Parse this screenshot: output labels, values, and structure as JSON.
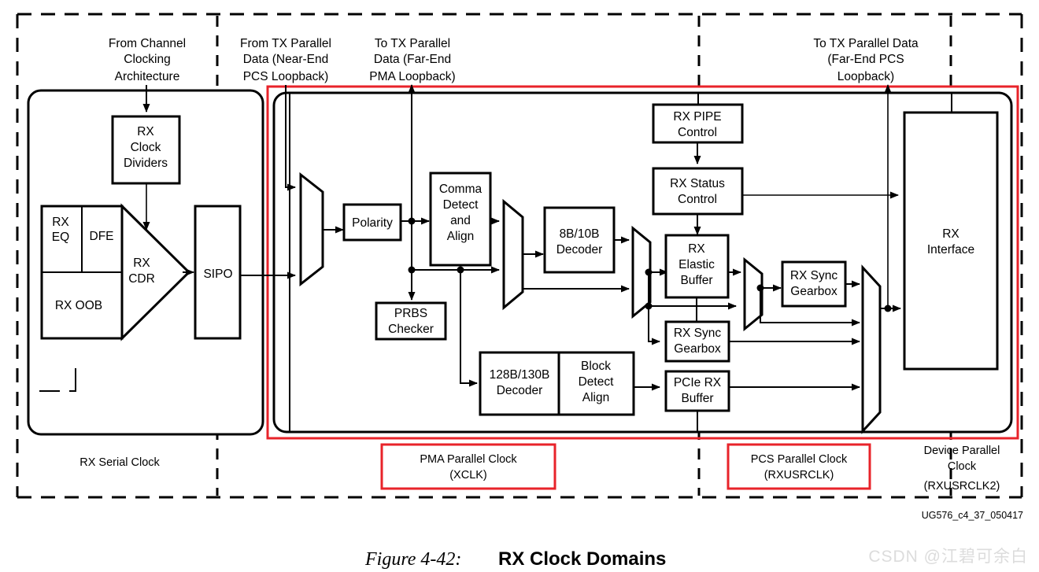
{
  "figure": {
    "number": "Figure 4-42:",
    "title": "RX Clock Domains",
    "doc_code": "UG576_c4_37_050417",
    "watermark": "CSDN @江碧可余白"
  },
  "colors": {
    "red_highlight": "#e8232a",
    "line": "#000000",
    "background": "#ffffff",
    "watermark": "#dcdcdc"
  },
  "top_annotations": [
    {
      "id": "from-channel-clocking",
      "lines": [
        "From Channel",
        "Clocking",
        "Architecture"
      ]
    },
    {
      "id": "from-tx-parallel-near-end",
      "lines": [
        "From TX Parallel",
        "Data (Near-End",
        "PCS Loopback)"
      ]
    },
    {
      "id": "to-tx-parallel-far-end-pma",
      "lines": [
        "To TX Parallel",
        "Data (Far-End",
        "PMA Loopback)"
      ]
    },
    {
      "id": "to-tx-parallel-far-end-pcs",
      "lines": [
        "To TX Parallel Data",
        "(Far-End PCS",
        "Loopback)"
      ]
    }
  ],
  "blocks": {
    "rx_clock_dividers": {
      "lines": [
        "RX",
        "Clock",
        "Dividers"
      ]
    },
    "rx_eq": {
      "lines": [
        "RX",
        "EQ"
      ]
    },
    "dfe": {
      "lines": [
        "DFE"
      ]
    },
    "rx_oob": {
      "lines": [
        "RX OOB"
      ]
    },
    "rx_cdr": {
      "lines": [
        "RX",
        "CDR"
      ]
    },
    "sipo": {
      "lines": [
        "SIPO"
      ]
    },
    "polarity": {
      "lines": [
        "Polarity"
      ]
    },
    "comma_detect_align": {
      "lines": [
        "Comma",
        "Detect",
        "and",
        "Align"
      ]
    },
    "prbs_checker": {
      "lines": [
        "PRBS",
        "Checker"
      ]
    },
    "decoder_8b10b": {
      "lines": [
        "8B/10B",
        "Decoder"
      ]
    },
    "decoder_128b130b": {
      "lines": [
        "128B/130B",
        "Decoder"
      ]
    },
    "block_detect_align": {
      "lines": [
        "Block",
        "Detect",
        "Align"
      ]
    },
    "rx_pipe_control": {
      "lines": [
        "RX PIPE",
        "Control"
      ]
    },
    "rx_status_control": {
      "lines": [
        "RX Status",
        "Control"
      ]
    },
    "rx_elastic_buffer": {
      "lines": [
        "RX",
        "Elastic",
        "Buffer"
      ]
    },
    "rx_sync_gearbox_upper": {
      "lines": [
        "RX Sync",
        "Gearbox"
      ]
    },
    "rx_sync_gearbox_lower": {
      "lines": [
        "RX Sync",
        "Gearbox"
      ]
    },
    "pcie_rx_buffer": {
      "lines": [
        "PCIe RX",
        "Buffer"
      ]
    },
    "rx_interface": {
      "lines": [
        "RX",
        "Interface"
      ]
    }
  },
  "clock_domains": [
    {
      "id": "rx-serial-clock",
      "lines": [
        "RX Serial Clock"
      ],
      "highlighted": false
    },
    {
      "id": "pma-parallel-clock",
      "lines": [
        "PMA Parallel Clock",
        "(XCLK)"
      ],
      "highlighted": true
    },
    {
      "id": "pcs-parallel-clock",
      "lines": [
        "PCS Parallel Clock",
        "(RXUSRCLK)"
      ],
      "highlighted": true
    },
    {
      "id": "device-parallel-clock",
      "lines": [
        "Device Parallel",
        "Clock",
        "(RXUSRCLK2)"
      ],
      "highlighted": false
    }
  ]
}
